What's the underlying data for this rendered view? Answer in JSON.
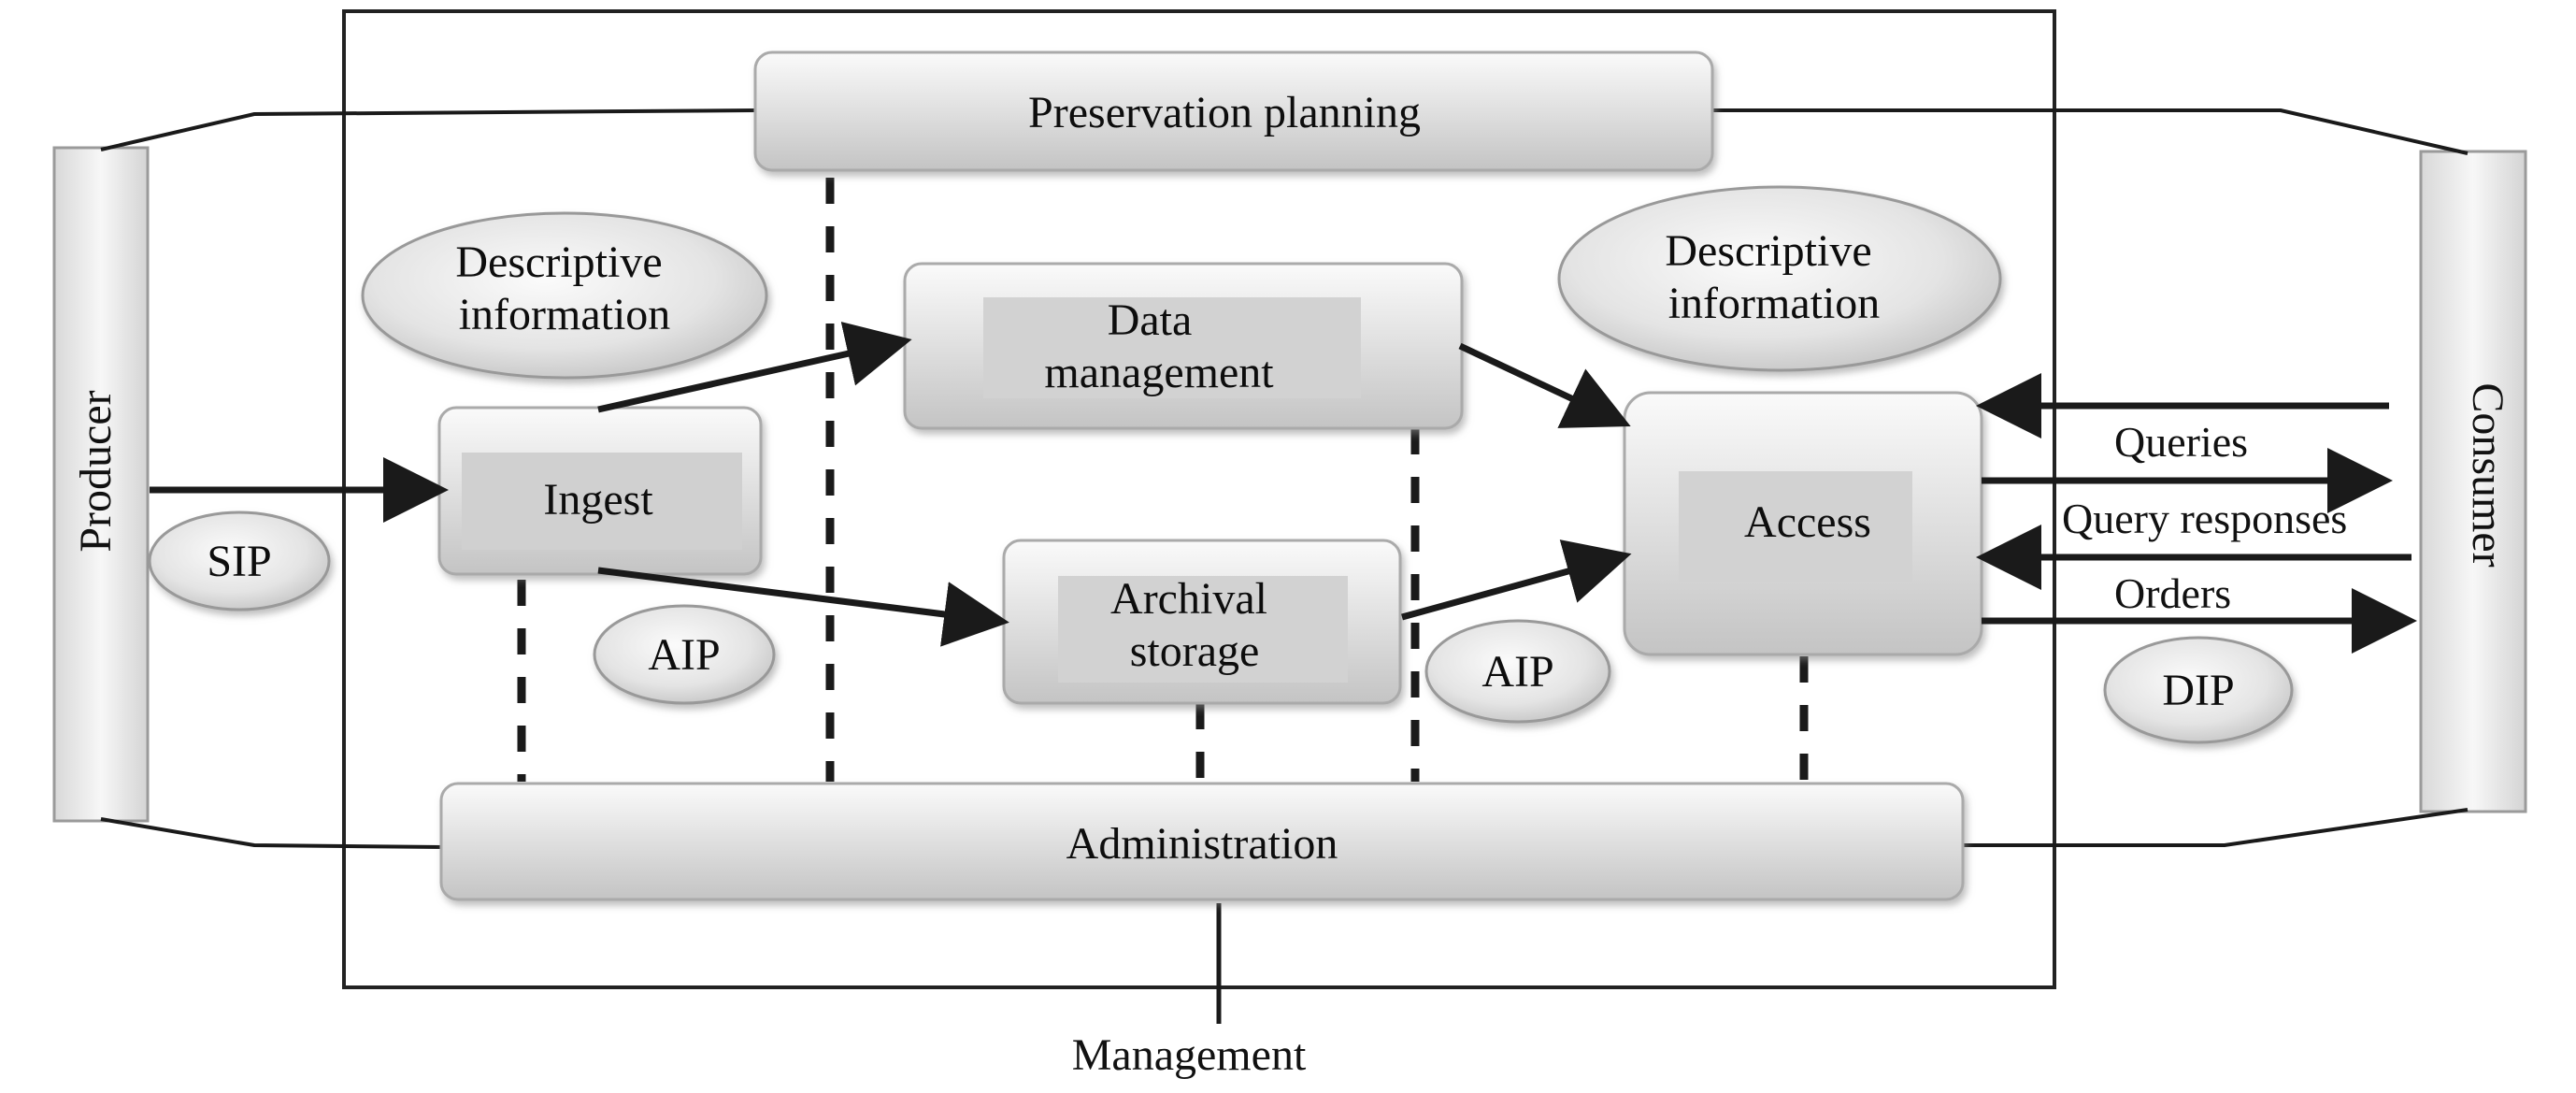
{
  "diagram": {
    "producer": "Producer",
    "consumer": "Consumer",
    "management": "Management",
    "preservation_planning": "Preservation planning",
    "administration": "Administration",
    "ingest": "Ingest",
    "data_management": [
      "Data",
      "management"
    ],
    "archival_storage": [
      "Archival",
      "storage"
    ],
    "access": "Access",
    "descriptive_info_left": [
      "Descriptive",
      "information"
    ],
    "descriptive_info_right": [
      "Descriptive",
      "information"
    ],
    "packages": {
      "sip": "SIP",
      "aip_left": "AIP",
      "aip_right": "AIP",
      "dip": "DIP"
    },
    "consumer_flows": {
      "queries": "Queries",
      "query_responses": "Query responses",
      "orders": "Orders"
    }
  },
  "colors": {
    "box_fill_light": "#f4f4f4",
    "box_fill_dark": "#c9c9c9",
    "box_inner": "#d2d2d2",
    "line": "#1a1a1a",
    "frame": "#222222"
  }
}
